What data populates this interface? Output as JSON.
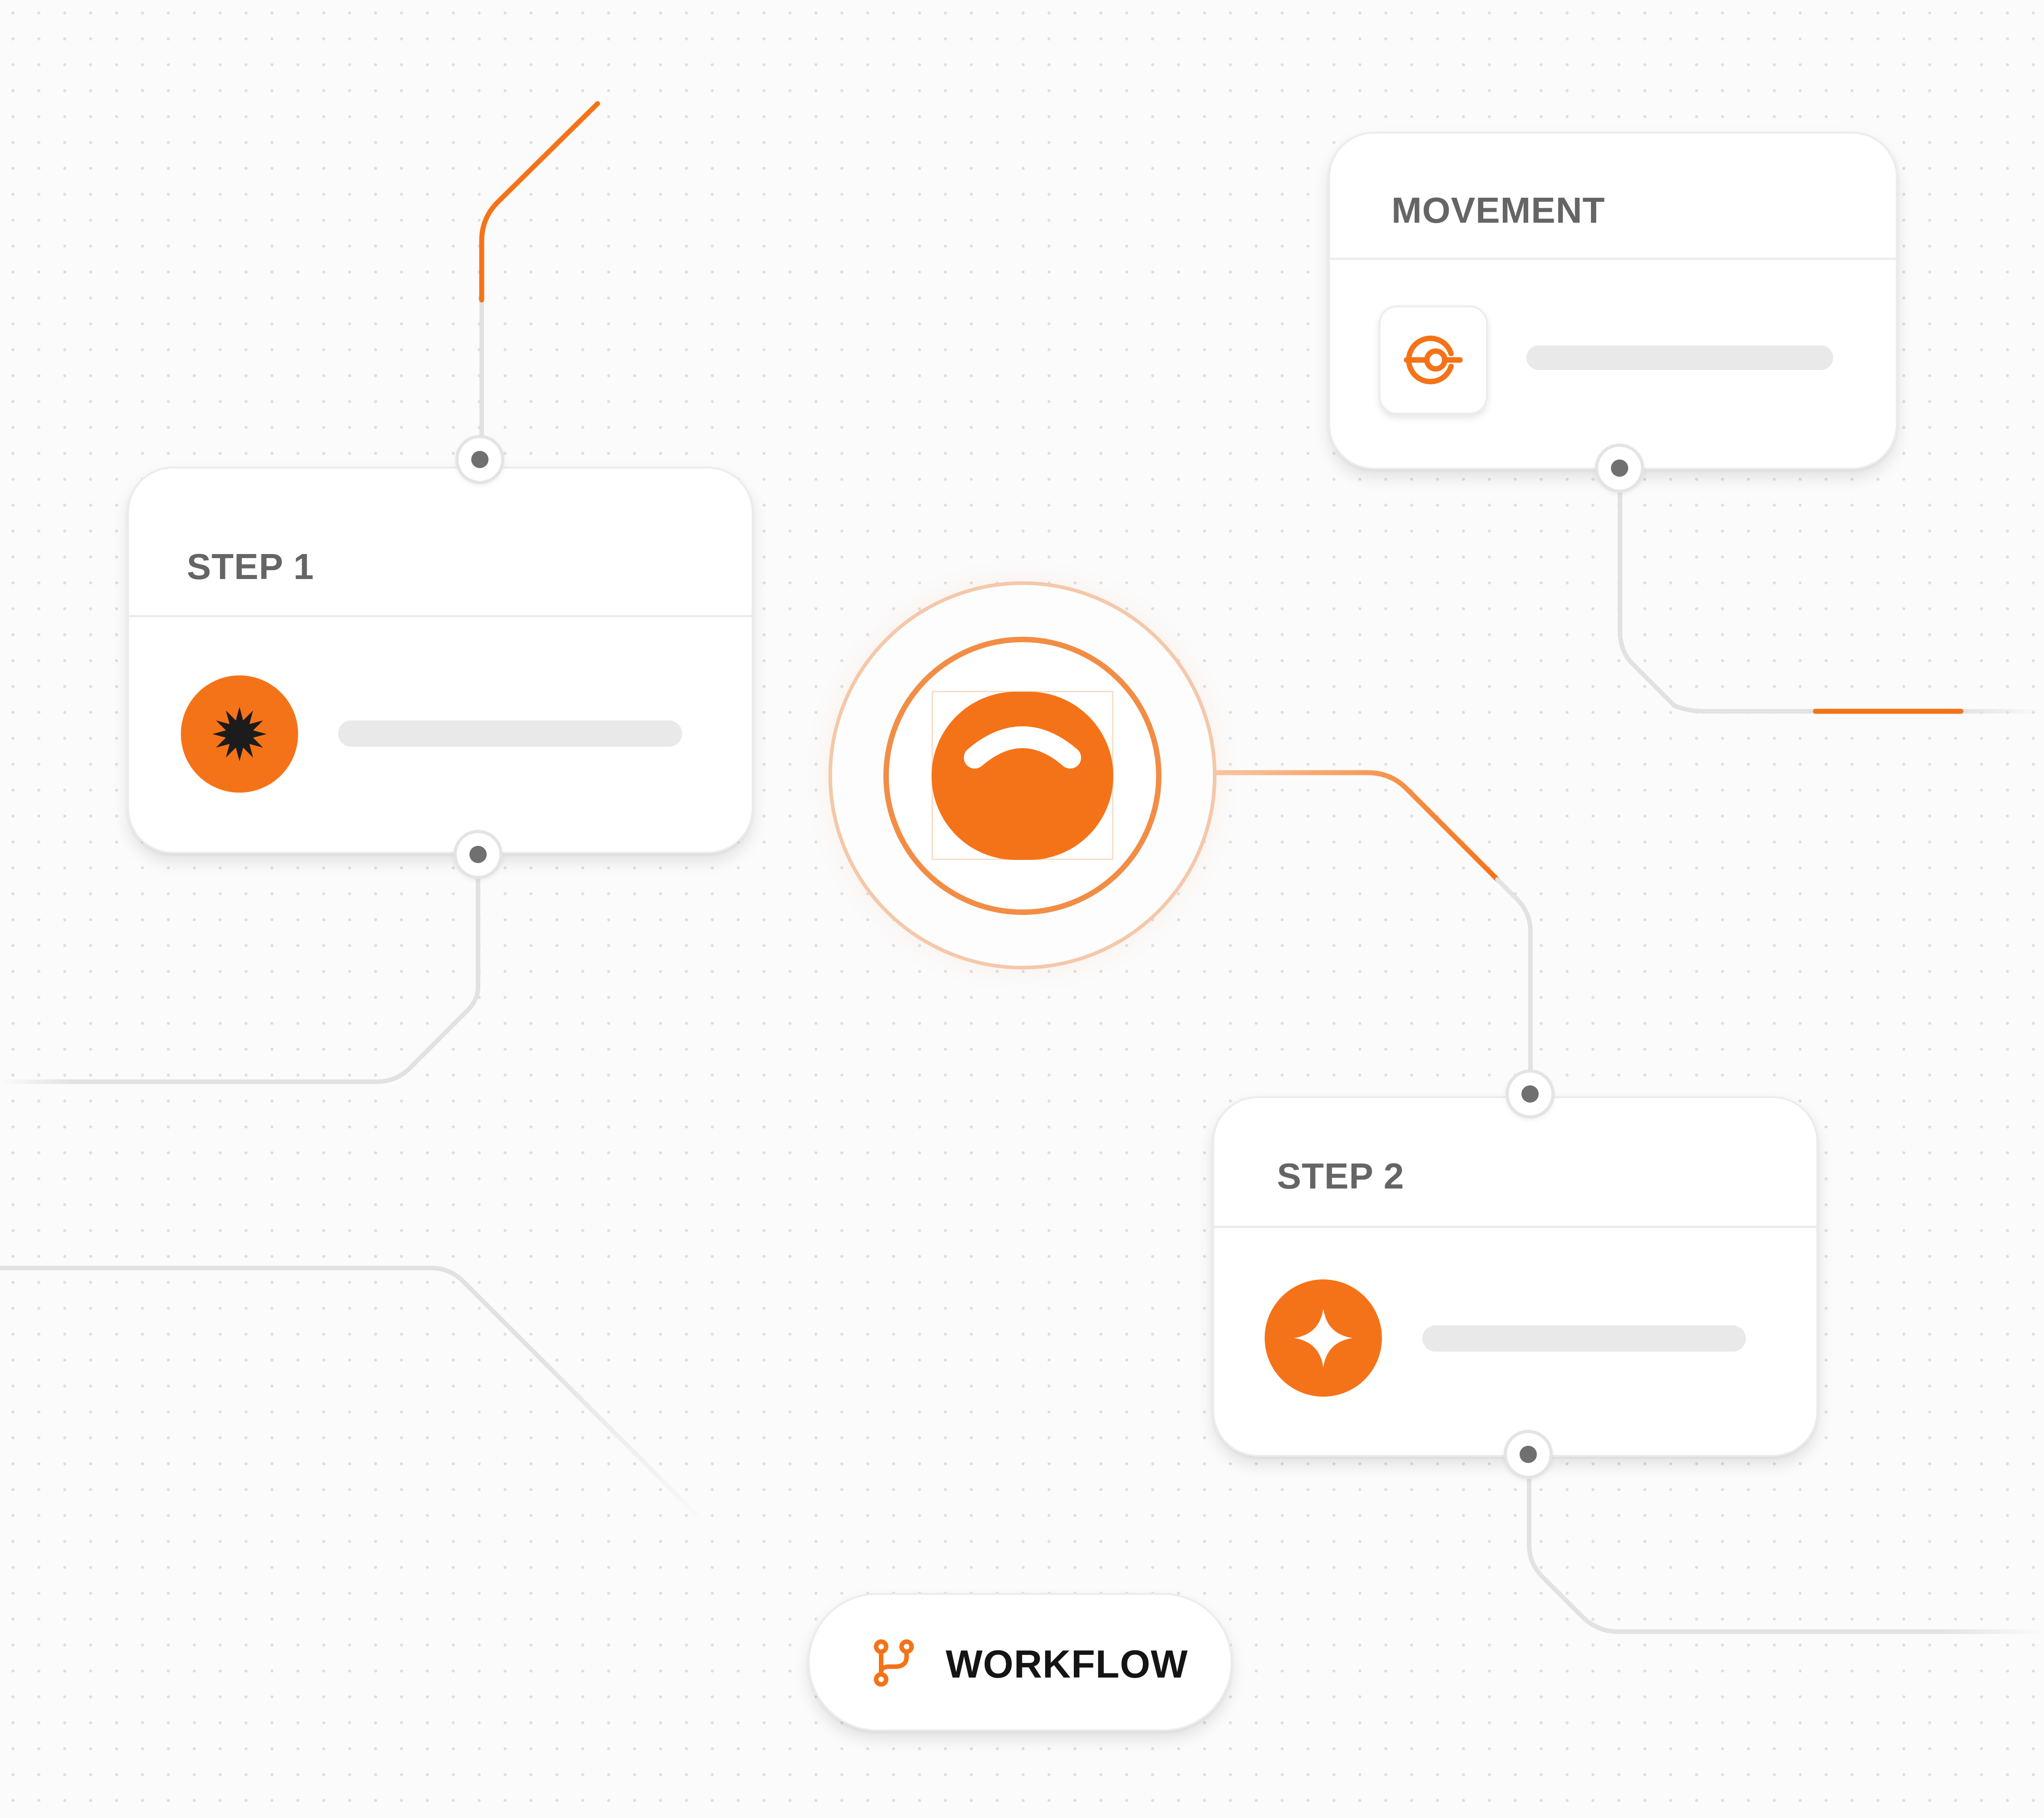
{
  "canvas": {
    "background": "#fbfbfb",
    "grid": "dotted",
    "accent_color": "#f57318",
    "connector_color": "#e2e2e2"
  },
  "hub": {
    "icon": "arch-logo-icon"
  },
  "nodes": {
    "step1": {
      "title": "STEP 1",
      "icon": "burst-icon"
    },
    "movement": {
      "title": "MOVEMENT",
      "icon": "target-icon"
    },
    "step2": {
      "title": "STEP 2",
      "icon": "sparkle-icon"
    }
  },
  "workflow_button": {
    "label": "WORKFLOW",
    "icon": "git-branch-icon"
  }
}
